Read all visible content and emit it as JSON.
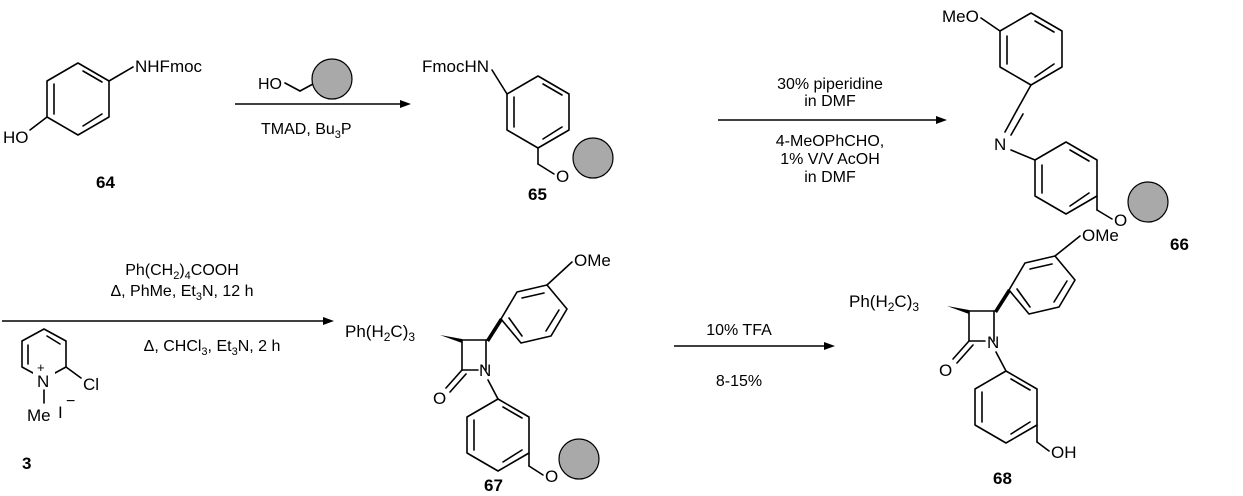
{
  "compounds": {
    "c64": {
      "number": "64",
      "label_nh": "NHFmoc",
      "label_oh": "HO"
    },
    "c65": {
      "number": "65",
      "label_nh": "FmocHN",
      "label_o": "O"
    },
    "c66": {
      "number": "66",
      "label_meo": "MeO",
      "label_n": "N",
      "label_o": "O"
    },
    "c67": {
      "number": "67",
      "label_ome": "OMe",
      "label_n": "N",
      "label_o_carbonyl": "O",
      "label_o": "O",
      "substituent_main": "Ph(H",
      "substituent_sub": "2",
      "substituent_mid": "C)",
      "substituent_sub2": "3"
    },
    "c68": {
      "number": "68",
      "label_ome": "OMe",
      "label_n": "N",
      "label_o_carbonyl": "O",
      "label_oh": "OH",
      "substituent_main": "Ph(H",
      "substituent_sub": "2",
      "substituent_mid": "C)",
      "substituent_sub2": "3"
    },
    "c3": {
      "number": "3",
      "label_n": "N",
      "label_charge": "+",
      "label_cl": "Cl",
      "label_me": "Me",
      "label_i": "I",
      "label_minus": "−"
    }
  },
  "reagents": {
    "step1": {
      "above_ho": "HO",
      "below_main": "TMAD, Bu",
      "below_sub": "3",
      "below_tail": "P"
    },
    "step2": {
      "above_line1": "30% piperidine",
      "above_line2": "in DMF",
      "below_line1": "4-MeOPhCHO,",
      "below_line2": "1% V/V AcOH",
      "below_line3": "in DMF"
    },
    "step3": {
      "above_line1_main": "Ph(CH",
      "above_line1_sub": "2",
      "above_line1_mid": ")",
      "above_line1_sub2": "4",
      "above_line1_tail": "COOH",
      "above_line2_main": "Δ, PhMe, Et",
      "above_line2_sub": "3",
      "above_line2_tail": "N, 12 h",
      "below_line1_main": "Δ, CHCl",
      "below_line1_sub": "3",
      "below_line1_mid": ", Et",
      "below_line1_sub2": "3",
      "below_line1_tail": "N, 2 h"
    },
    "step4": {
      "above": "10% TFA",
      "below": "8-15%"
    }
  }
}
